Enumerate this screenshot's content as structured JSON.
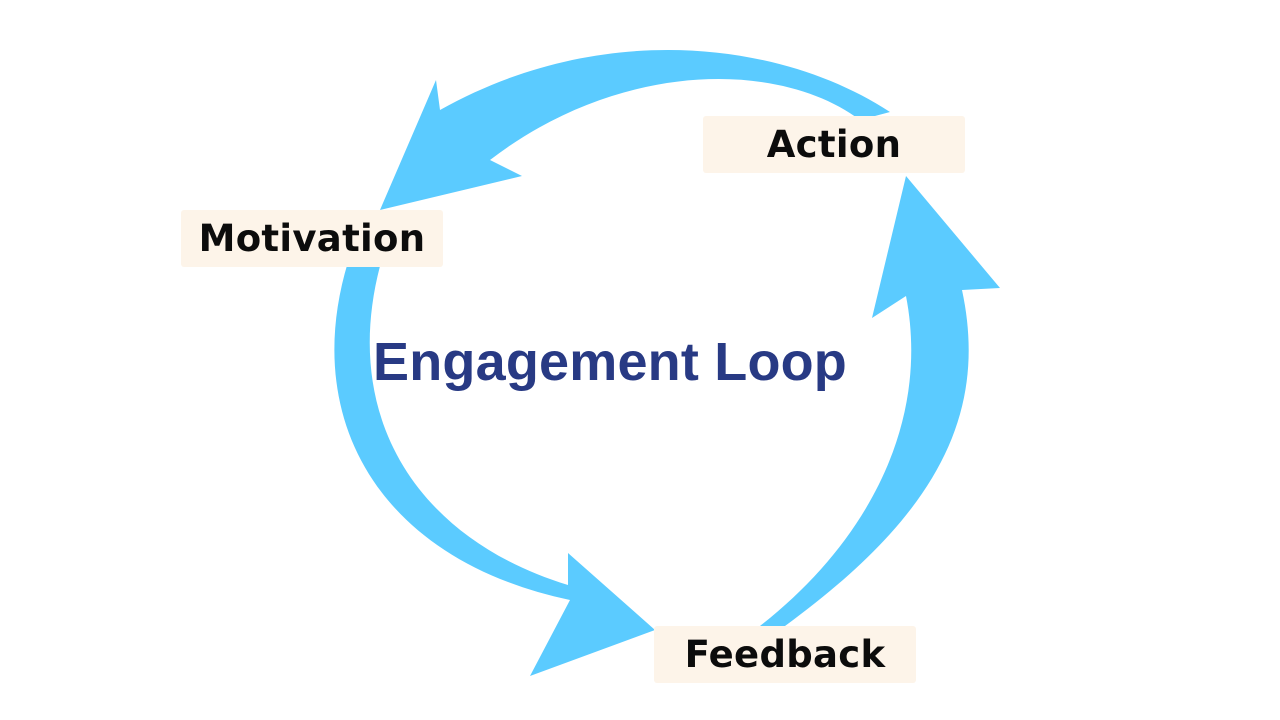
{
  "title": "Engagement Loop",
  "stages": {
    "action": "Action",
    "motivation": "Motivation",
    "feedback": "Feedback"
  },
  "colors": {
    "arrow": "#5bcbff",
    "title": "#283a84",
    "label_bg": "#fdf4e9",
    "label_text": "#0c0c0c",
    "background": "#ffffff"
  }
}
